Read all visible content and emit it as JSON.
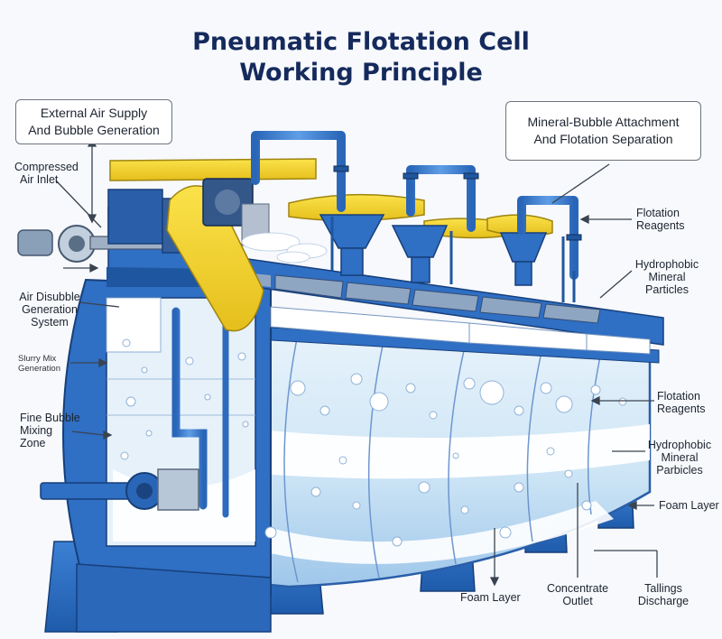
{
  "title": {
    "line1": "Pneumatic Flotation Cell",
    "line2": "Working Principle"
  },
  "callouts": {
    "left": {
      "line1": "External Air Supply",
      "line2": "And Bubble Generation"
    },
    "right": {
      "line1": "Mineral-Bubble Attachment",
      "line2": "And Flotation Separation"
    }
  },
  "labels": {
    "compressed_air": {
      "line1": "Compressed",
      "line2": "Air Inlet"
    },
    "air_disubble": {
      "line1": "Air Disubble",
      "line2": "Generation",
      "line3": "System"
    },
    "slurry_mix": {
      "line1": "Slurry Mix",
      "line2": "Generation"
    },
    "fine_bubble": {
      "line1": "Fine Bubble",
      "line2": "Mixing",
      "line3": "Zone"
    },
    "flotation_reagents_top": {
      "line1": "Flotation",
      "line2": "Reagents"
    },
    "hydrophobic_top": {
      "line1": "Hydrophobic",
      "line2": "Mineral",
      "line3": "Particles"
    },
    "flotation_reagents_mid": {
      "line1": "Flotation",
      "line2": "Reagents"
    },
    "hydrophobic_mid": {
      "line1": "Hydrophobic",
      "line2": "Mineral",
      "line3": "Parbicles"
    },
    "foam_layer_right": {
      "line1": "Foam Layer"
    },
    "foam_layer_bottom": {
      "line1": "Foam Layer"
    },
    "concentrate": {
      "line1": "Concentrate",
      "line2": "Outlet"
    },
    "tailings": {
      "line1": "Tallings",
      "line2": "Discharge"
    }
  },
  "colors": {
    "frame_blue": "#2f6fc4",
    "frame_dark": "#1c4f98",
    "yellow": "#f2d230",
    "water": "#cfe6f6",
    "foam": "#ffffff",
    "title": "#152a5c"
  }
}
